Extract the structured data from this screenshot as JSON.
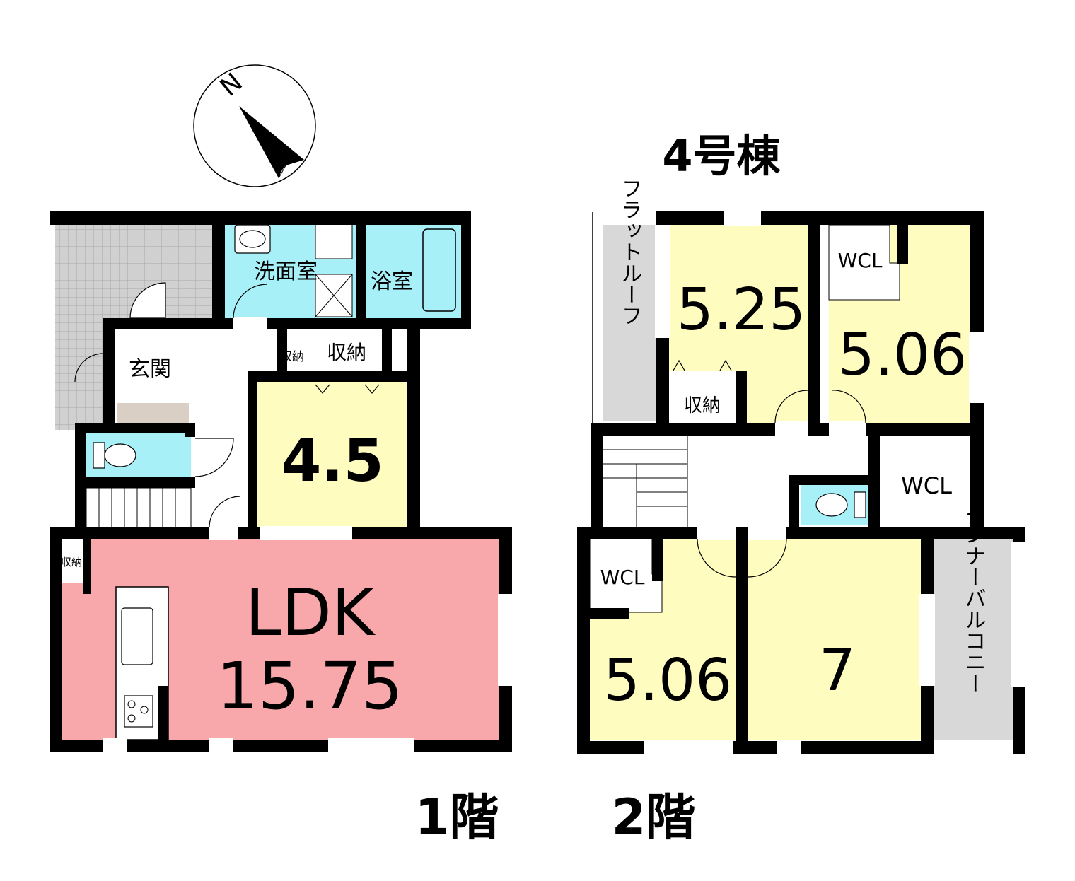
{
  "building_title": "4号棟",
  "compass": {
    "north_label": "N"
  },
  "floor1": {
    "label": "1階",
    "rooms": {
      "washroom": "洗面室",
      "bath": "浴室",
      "entrance": "玄関",
      "storage_main": "収納",
      "storage_small_a": "収納",
      "storage_small_b": "収納",
      "room_size": "4.5",
      "ldk_name": "LDK",
      "ldk_size": "15.75"
    }
  },
  "floor2": {
    "label": "2階",
    "rooms": {
      "flat_roof": "フラットルーフ",
      "bedroom_a_size": "5.25",
      "storage": "収納",
      "wcl_a": "WCL",
      "bedroom_b_size": "5.06",
      "wcl_b": "WCL",
      "wcl_c": "WCL",
      "bedroom_c_size": "5.06",
      "bedroom_d_size": "7",
      "inner_balcony": "インナーバルコニー"
    }
  },
  "colors": {
    "wall": "#000000",
    "ldk": "#f8a8aa",
    "bedroom": "#fffcbf",
    "wet_area": "#a8f0f8",
    "flat_roof": "#d8d8d8",
    "tile": "#c8c8c8",
    "corridor": "#ffffff"
  }
}
